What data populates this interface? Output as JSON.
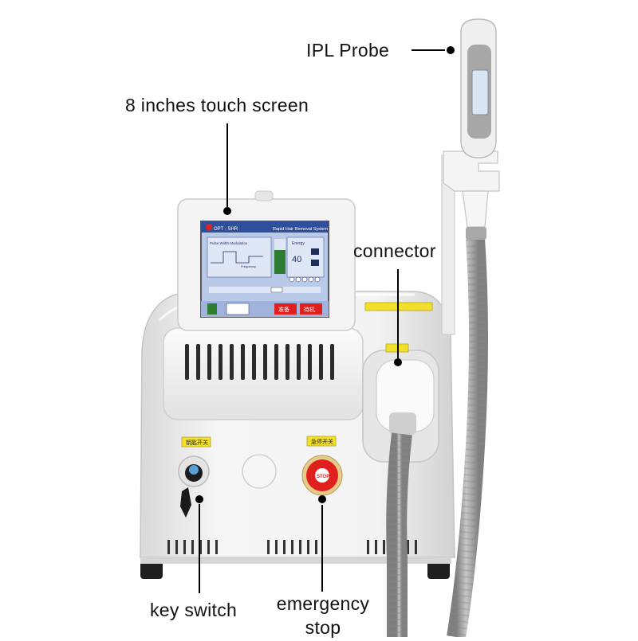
{
  "labels": {
    "ipl_probe": "IPL Probe",
    "touch_screen": "8 inches touch screen",
    "connector": "connector",
    "key_switch": "key switch",
    "emergency_stop": "emergency\nstop"
  },
  "screen": {
    "brand": "OPT - SHR",
    "title": "Rapid Hair Removal System",
    "mode_label": "Pulse Width Modulation",
    "energy_label": "Energy",
    "energy_value": "40",
    "frequency_label": "Frequency",
    "btn_left": "准备",
    "btn_right": "待机"
  },
  "tags": {
    "key_switch_tag": "钥匙开关",
    "stop_tag": "急停开关",
    "stop_button_text": "STOP"
  },
  "colors": {
    "screen_bg": "#b9c9e8",
    "screen_header": "#2f4f9a",
    "stop_red": "#e0201c",
    "tag_yellow": "#f2df2a",
    "body_white": "#f1f1f1",
    "hose_gray": "#a9a9a9"
  }
}
